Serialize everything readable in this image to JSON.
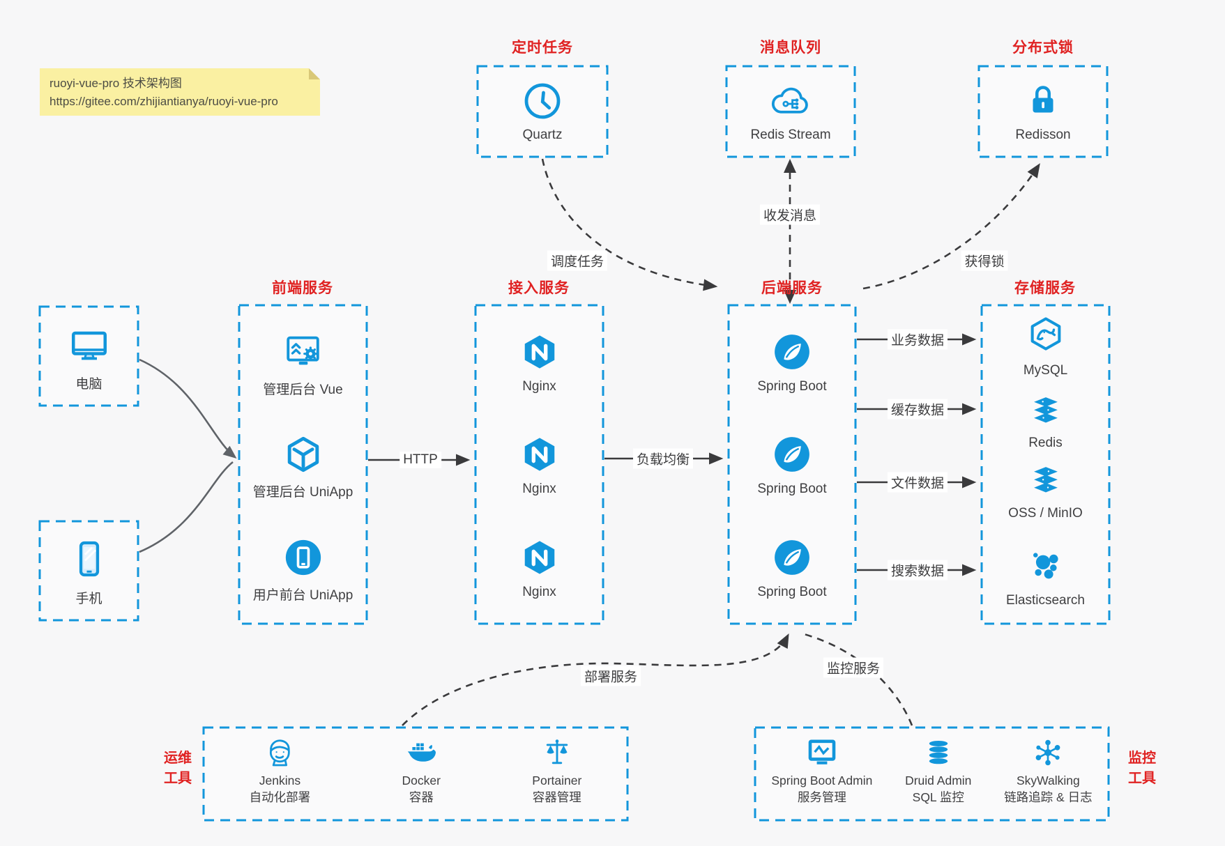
{
  "note": {
    "line1": "ruoyi-vue-pro 技术架构图",
    "line2": "https://gitee.com/zhijiantianya/ruoyi-vue-pro"
  },
  "colors": {
    "accent_blue": "#1296db",
    "accent_red": "#e02222",
    "arrow_dark": "#3a3a3c",
    "arrow_gray": "#5f6368",
    "note_bg": "#faf0a2",
    "background": "#f7f7f8"
  },
  "top_groups": [
    {
      "title": "定时任务",
      "icon": "clock-icon",
      "label": "Quartz"
    },
    {
      "title": "消息队列",
      "icon": "cloud-stream-icon",
      "label": "Redis Stream"
    },
    {
      "title": "分布式锁",
      "icon": "lock-icon",
      "label": "Redisson"
    }
  ],
  "devices": [
    {
      "icon": "desktop-icon",
      "label": "电脑"
    },
    {
      "icon": "mobile-icon",
      "label": "手机"
    }
  ],
  "columns": [
    {
      "title": "前端服务",
      "items": [
        {
          "icon": "admin-vue-icon",
          "label": "管理后台 Vue"
        },
        {
          "icon": "cube-icon",
          "label": "管理后台 UniApp"
        },
        {
          "icon": "user-app-icon",
          "label": "用户前台 UniApp"
        }
      ]
    },
    {
      "title": "接入服务",
      "items": [
        {
          "icon": "nginx-icon",
          "label": "Nginx"
        },
        {
          "icon": "nginx-icon",
          "label": "Nginx"
        },
        {
          "icon": "nginx-icon",
          "label": "Nginx"
        }
      ]
    },
    {
      "title": "后端服务",
      "items": [
        {
          "icon": "spring-icon",
          "label": "Spring Boot"
        },
        {
          "icon": "spring-icon",
          "label": "Spring Boot"
        },
        {
          "icon": "spring-icon",
          "label": "Spring Boot"
        }
      ]
    },
    {
      "title": "存储服务",
      "items": [
        {
          "icon": "mysql-icon",
          "label": "MySQL"
        },
        {
          "icon": "redis-stack-icon",
          "label": "Redis"
        },
        {
          "icon": "storage-stack-icon",
          "label": "OSS / MinIO"
        },
        {
          "icon": "elasticsearch-icon",
          "label": "Elasticsearch"
        }
      ]
    }
  ],
  "edges": {
    "http": "HTTP",
    "load_balance": "负载均衡",
    "schedule_task": "调度任务",
    "send_receive": "收发消息",
    "acquire_lock": "获得锁",
    "business_data": "业务数据",
    "cache_data": "缓存数据",
    "file_data": "文件数据",
    "search_data": "搜索数据",
    "deploy": "部署服务",
    "monitor": "监控服务"
  },
  "bottom_groups": [
    {
      "side_line1": "运维",
      "side_line2": "工具",
      "items": [
        {
          "icon": "jenkins-icon",
          "label": "Jenkins",
          "desc": "自动化部署"
        },
        {
          "icon": "docker-icon",
          "label": "Docker",
          "desc": "容器"
        },
        {
          "icon": "portainer-icon",
          "label": "Portainer",
          "desc": "容器管理"
        }
      ]
    },
    {
      "side_line1": "监控",
      "side_line2": "工具",
      "items": [
        {
          "icon": "sba-icon",
          "label": "Spring Boot Admin",
          "desc": "服务管理"
        },
        {
          "icon": "druid-icon",
          "label": "Druid Admin",
          "desc": "SQL 监控"
        },
        {
          "icon": "skywalking-icon",
          "label": "SkyWalking",
          "desc": "链路追踪 & 日志"
        }
      ]
    }
  ]
}
